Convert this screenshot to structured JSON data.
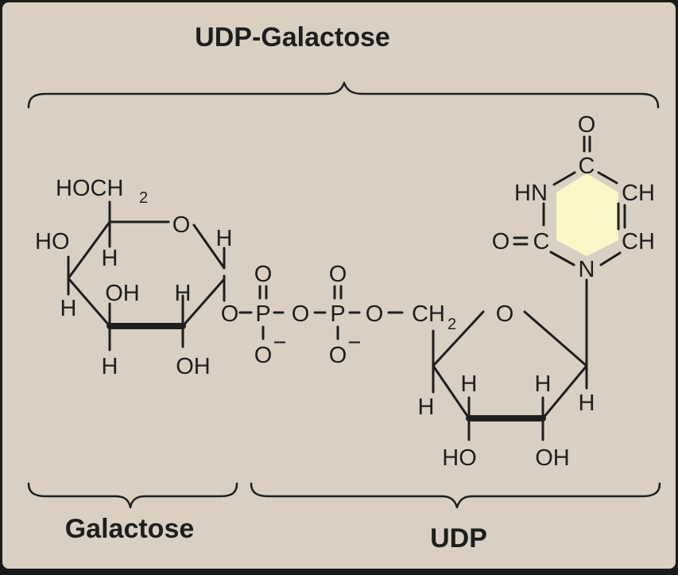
{
  "labels": {
    "udp_galactose": "UDP-Galactose",
    "galactose": "Galactose",
    "udp": "UDP"
  },
  "galactose_ring": {
    "hoch": "HOCH",
    "hoch_sub": "2",
    "ring_o": "O",
    "c4_oh": "HO",
    "c4_h": "H",
    "c5_h": "H",
    "c3_h": "H",
    "c3_oh": "OH",
    "c2_h": "H",
    "c2_oh": "OH",
    "c1_h": "H"
  },
  "diphosphate": {
    "o_link_1": "O",
    "p1": "P",
    "p1_top_o": "O",
    "p1_bottom_o": "O",
    "o_bridge": "O",
    "p2": "P",
    "p2_top_o": "O",
    "p2_bottom_o": "O",
    "o_link_2": "O",
    "ch": "CH",
    "ch_sub": "2",
    "minus": "−"
  },
  "ribose_ring": {
    "ring_o": "O",
    "c4_h": "H",
    "c3_h": "H",
    "c2_h": "H",
    "c1_h": "H",
    "c3_oh": "HO",
    "c2_oh": "OH"
  },
  "uracil": {
    "top_o": "O",
    "c4": "C",
    "hn": "HN",
    "ch_top": "CH",
    "left_o": "O",
    "c2": "C",
    "ch_bottom": "CH",
    "n1": "N"
  },
  "colors": {
    "background": "#d9d0c3",
    "uracil_fill": "#fcf7c8",
    "ink": "#1e1e1e"
  }
}
